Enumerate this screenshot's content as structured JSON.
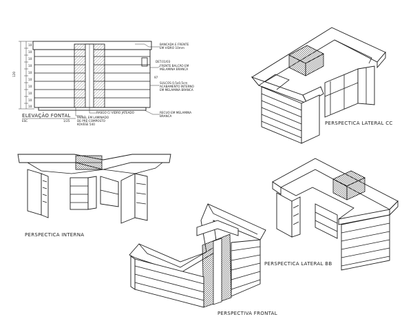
{
  "views": {
    "elevation": {
      "title": "ELEVAÇÃO FONTAL",
      "scale_prefix": "ESC",
      "scale_value": "1/25",
      "notes": {
        "top_right_1": "BANCADA E FRENTE",
        "top_right_2": "EM VIDRO 10mm",
        "side_1": "FRENTE BALCÃO EM",
        "side_2": "MELAMINA BRANCA",
        "side_3": "SULCOS 0,5x0,5cm",
        "side_4": "ACABAMENTO INTERNO",
        "side_5": "EM MELAMINA BRANCA",
        "bottom_left_1": "PAINEL EM LAMINADO",
        "bottom_left_2": "DE PRÉ-COMPOSTO",
        "bottom_left_3": "KOVESE 540",
        "bottom_mid": "RASGO C/ VIDRO JATEADO",
        "bottom_right_1": "RECUO EM MELAMINA",
        "bottom_right_2": "BRANCA",
        "small_tag": "DET.01/03"
      },
      "dims": {
        "height": "120",
        "segments": [
          "10",
          "10",
          "10",
          "10",
          "10",
          "10",
          "10",
          "10",
          "10",
          "10"
        ],
        "side_height": "97"
      }
    },
    "lateral_cc": {
      "caption": "PERSPECTICA LATERAL CC"
    },
    "interna": {
      "caption": "PERSPECTICA INTERNA"
    },
    "lateral_bb": {
      "caption": "PERSPECTICA LATERAL BB"
    },
    "frontal": {
      "caption": "PERSPECTIVA FRONTAL"
    }
  }
}
